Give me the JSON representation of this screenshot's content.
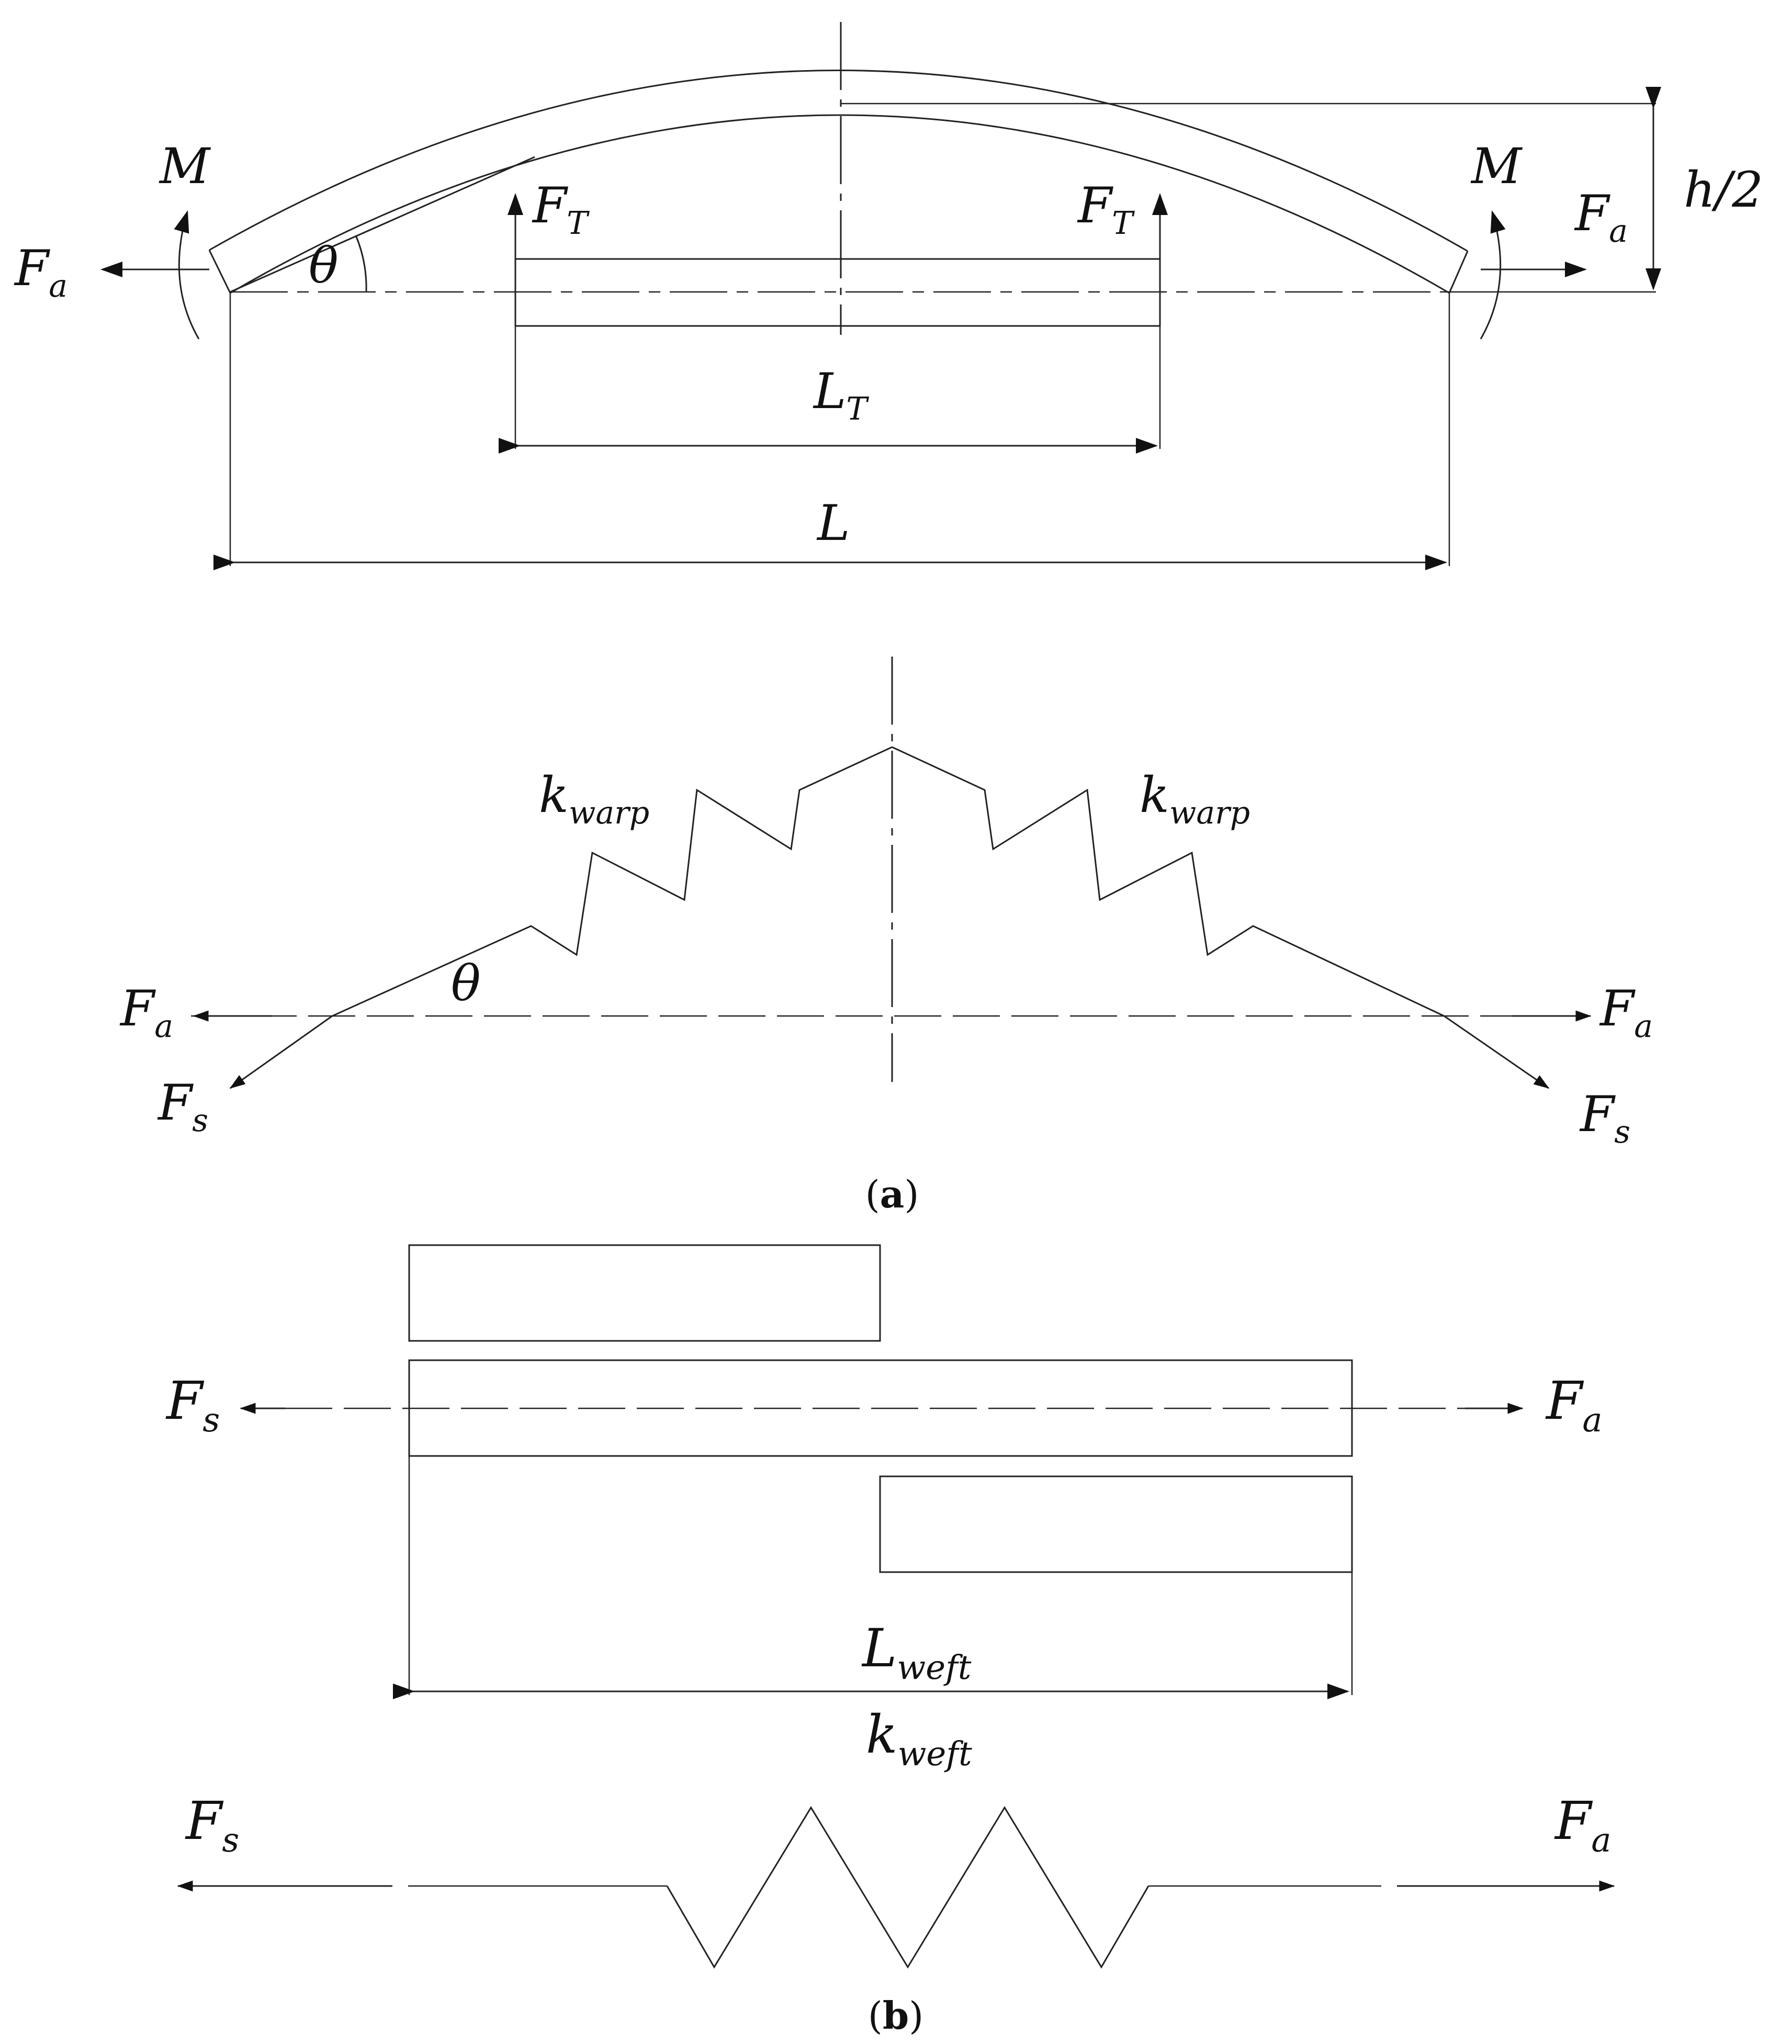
{
  "colors": {
    "ink": "#111111",
    "background": "#ffffff"
  },
  "panel_a": {
    "caption_open": "(",
    "caption_letter": "a",
    "caption_close": ")",
    "arch": {
      "M_left": "M",
      "M_right": "M",
      "Fa_left_main": "F",
      "Fa_left_sub": "a",
      "Fa_right_main": "F",
      "Fa_right_sub": "a",
      "theta": "θ",
      "FT_left_main": "F",
      "FT_left_sub": "T",
      "FT_right_main": "F",
      "FT_right_sub": "T",
      "LT_main": "L",
      "LT_sub": "T",
      "L": "L",
      "h_half": "h/2"
    },
    "spring": {
      "kwarp_left_main": "k",
      "kwarp_left_sub": "warp",
      "kwarp_right_main": "k",
      "kwarp_right_sub": "warp",
      "theta": "θ",
      "Fa_left_main": "F",
      "Fa_left_sub": "a",
      "Fa_right_main": "F",
      "Fa_right_sub": "a",
      "Fs_left_main": "F",
      "Fs_left_sub": "s",
      "Fs_right_main": "F",
      "Fs_right_sub": "s"
    }
  },
  "panel_b": {
    "caption_open": "(",
    "caption_letter": "b",
    "caption_close": ")",
    "blocks": {
      "Fs_main": "F",
      "Fs_sub": "s",
      "Fa_main": "F",
      "Fa_sub": "a",
      "Lweft_main": "L",
      "Lweft_sub": "weft"
    },
    "spring": {
      "kweft_main": "k",
      "kweft_sub": "weft",
      "Fs_main": "F",
      "Fs_sub": "s",
      "Fa_main": "F",
      "Fa_sub": "a"
    }
  }
}
